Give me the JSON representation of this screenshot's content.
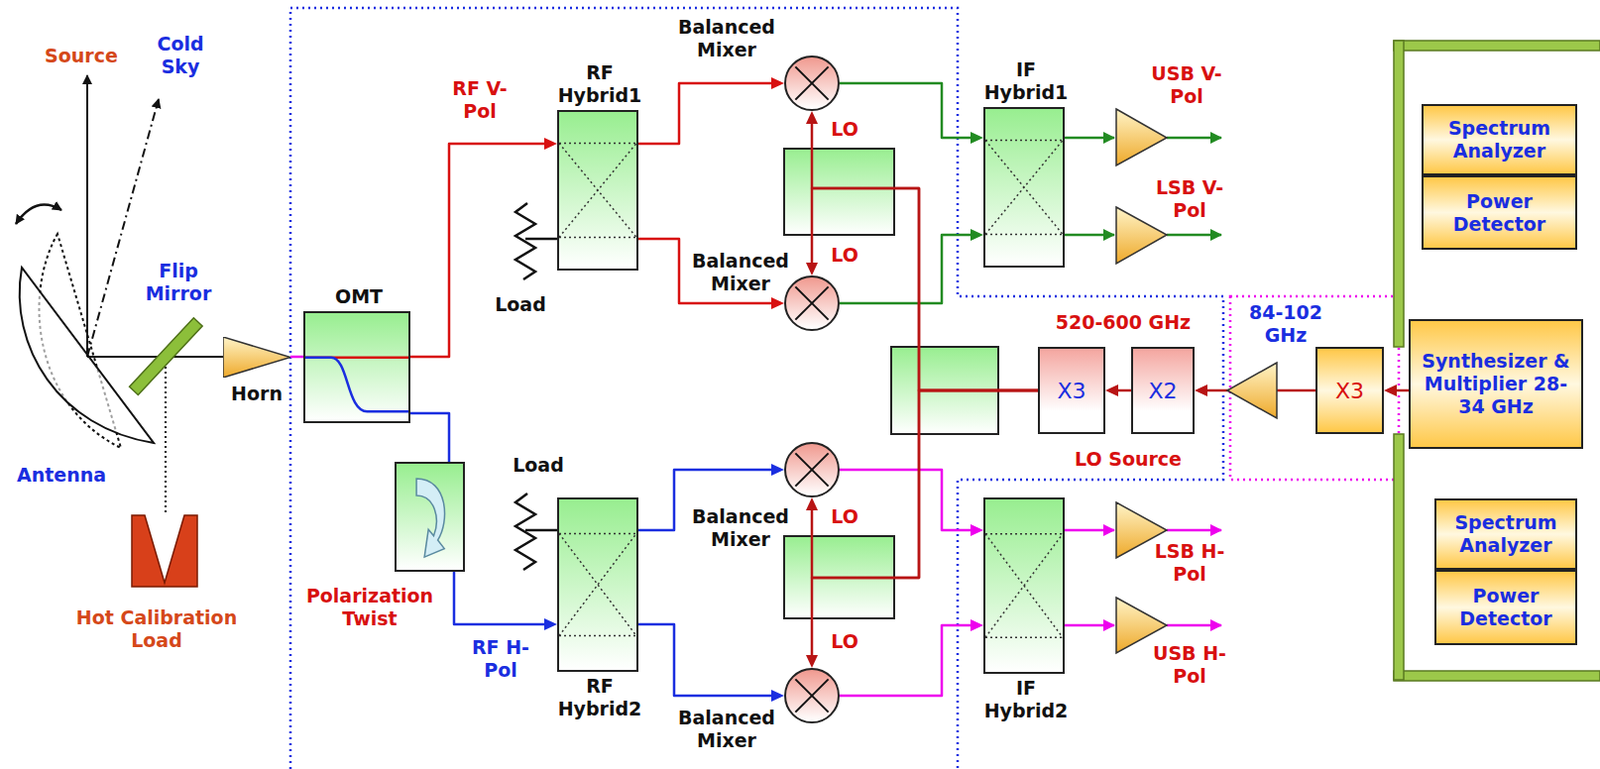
{
  "diagram": {
    "nodes": [
      {
        "text": [
          "Horn"
        ]
      },
      {
        "text": [
          "OMT"
        ]
      },
      {
        "text": [
          "RF Hybrid1"
        ]
      },
      {
        "text": [
          "Polarization Twist"
        ]
      },
      {
        "text": [
          "RF Hybrid2"
        ]
      },
      {
        "text": [
          "Balanced Mixer"
        ]
      },
      {
        "text": [
          "Balanced Mixer"
        ]
      },
      {
        "text": [
          "Balanced Mixer"
        ]
      },
      {
        "text": [
          "Balanced Mixer"
        ]
      },
      {
        "text": [
          "IF Hybrid1"
        ]
      },
      {
        "text": [
          "IF Hybrid2"
        ]
      },
      {
        "text": [
          "X3"
        ]
      },
      {
        "text": [
          "X2"
        ]
      },
      {
        "text": [
          "X3"
        ]
      },
      {
        "text": [
          "Synthesizer & Multiplier 28-34 GHz"
        ]
      },
      {
        "text": [
          "Spectrum Analyzer"
        ]
      },
      {
        "text": [
          "Power Detector"
        ]
      },
      {
        "text": [
          "Spectrum Analyzer"
        ]
      },
      {
        "text": [
          "Power Detector"
        ]
      }
    ],
    "edges": [
      {
        "from": 0,
        "to": 1,
        "arrow": "none"
      },
      {
        "from": 1,
        "to": 2,
        "arrow": "to"
      },
      {
        "from": 1,
        "to": 3,
        "arrow": "none"
      },
      {
        "from": 3,
        "to": 4,
        "arrow": "to"
      },
      {
        "from": 2,
        "to": 5,
        "arrow": "to"
      },
      {
        "from": 2,
        "to": 6,
        "arrow": "to"
      },
      {
        "from": 4,
        "to": 7,
        "arrow": "to"
      },
      {
        "from": 4,
        "to": 8,
        "arrow": "to"
      },
      {
        "from": 5,
        "to": 9,
        "arrow": "to"
      },
      {
        "from": 6,
        "to": 9,
        "arrow": "to"
      },
      {
        "from": 7,
        "to": 10,
        "arrow": "to"
      },
      {
        "from": 8,
        "to": 10,
        "arrow": "to"
      },
      {
        "from": 11,
        "to": 5,
        "arrow": "to"
      },
      {
        "from": 11,
        "to": 6,
        "arrow": "to"
      },
      {
        "from": 11,
        "to": 7,
        "arrow": "to"
      },
      {
        "from": 11,
        "to": 8,
        "arrow": "to"
      },
      {
        "from": 12,
        "to": 11,
        "arrow": "to"
      },
      {
        "from": 13,
        "to": 12,
        "arrow": "to"
      },
      {
        "from": 14,
        "to": 13,
        "arrow": "to"
      }
    ],
    "labels": [
      "Source",
      "Cold Sky",
      "Flip Mirror",
      "Antenna",
      "Hot Calibration Load",
      "RF V-Pol",
      "Load",
      "LO",
      "LO",
      "Load",
      "RF H-Pol",
      "LO",
      "LO",
      "USB V-Pol",
      "LSB V-Pol",
      "520-600 GHz",
      "84-102 GHz",
      "LO Source",
      "LSB H-Pol",
      "USB H-Pol"
    ]
  }
}
